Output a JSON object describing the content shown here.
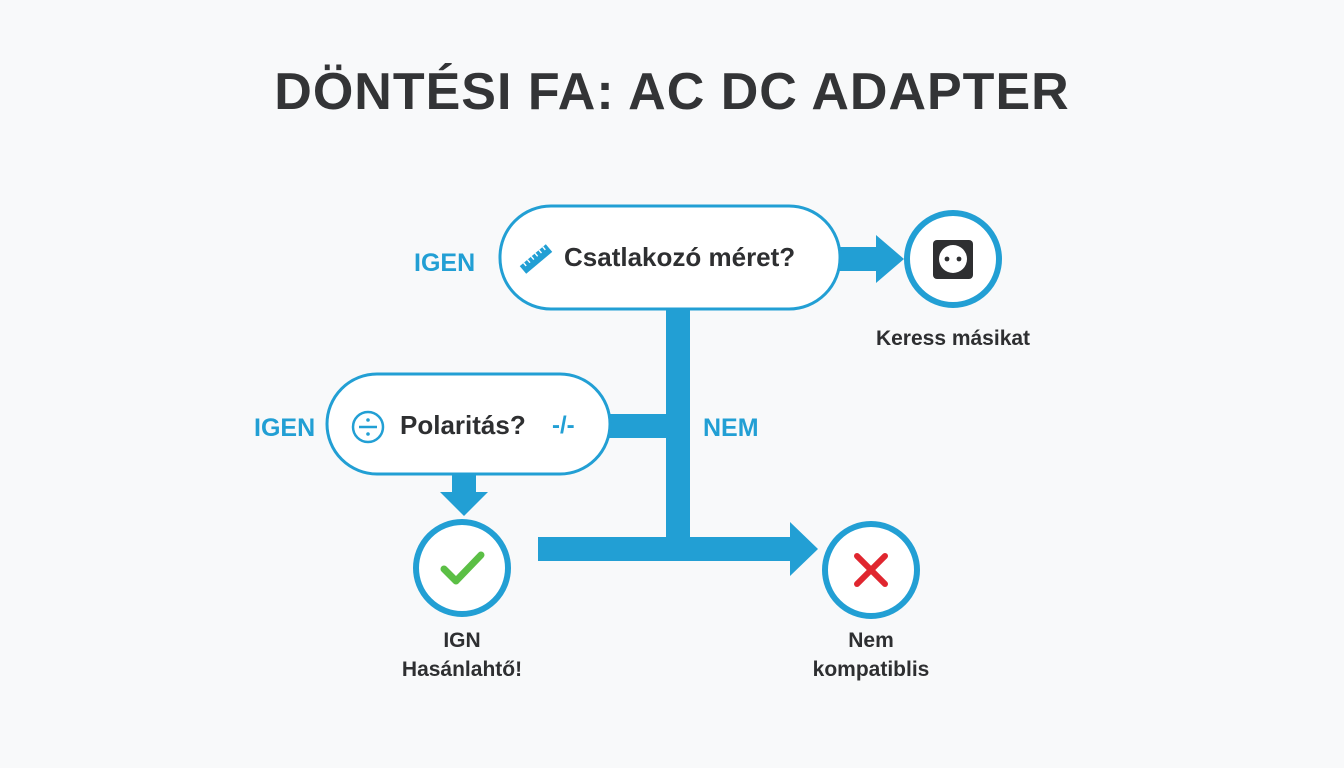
{
  "title": "DÖNTÉSI FA: AC DC ADAPTER",
  "colors": {
    "accent": "#229fd4",
    "text": "#2e2f31",
    "success": "#5bbf45",
    "danger": "#e0262f",
    "background": "#f8f9fa"
  },
  "nodes": {
    "connector_size": {
      "label": "Csatlakozó méret?",
      "icon": "ruler-icon",
      "side_label": "IGEN"
    },
    "polarity": {
      "label": "Polaritás?",
      "icon": "divide-icon",
      "suffix": "-/-",
      "side_label": "IGEN"
    },
    "search_other": {
      "icon": "socket-icon",
      "caption": "Keress másikat"
    },
    "usable": {
      "icon": "checkmark-icon",
      "caption_line1": "IGN",
      "caption_line2": "Hasánlahtő!"
    },
    "incompatible": {
      "icon": "x-icon",
      "caption_line1": "Nem",
      "caption_line2": "kompatiblis"
    }
  },
  "edges": {
    "no_label": "NEM"
  }
}
